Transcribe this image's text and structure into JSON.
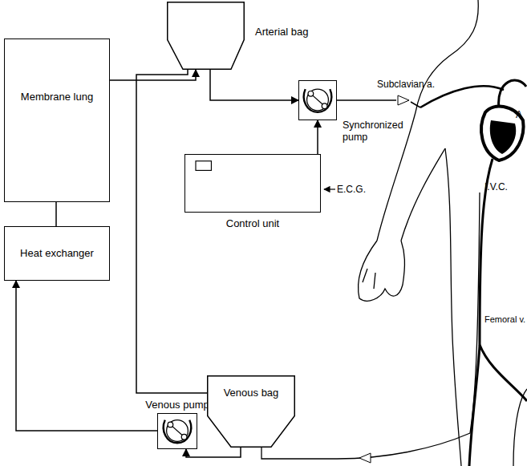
{
  "diagram": {
    "nodes": [
      {
        "text": [
          "Arterial bag"
        ]
      },
      {
        "text": [
          "Membrane lung"
        ]
      },
      {
        "text": [
          "Synchronized pump"
        ]
      },
      {
        "text": [
          "Control unit"
        ]
      },
      {
        "text": [
          "Heat exchanger"
        ]
      },
      {
        "text": [
          "Venous pump"
        ]
      },
      {
        "text": [
          "Venous bag"
        ]
      }
    ],
    "edges": [
      {
        "from": 1,
        "to": 0,
        "arrow": "to"
      },
      {
        "from": 0,
        "to": 2,
        "arrow": "to"
      },
      {
        "from": 3,
        "to": 2,
        "arrow": "to"
      },
      {
        "from": 4,
        "to": 1,
        "arrow": "none"
      },
      {
        "from": 5,
        "to": 4,
        "arrow": "to"
      },
      {
        "from": 6,
        "to": 5,
        "arrow": "to"
      },
      {
        "from": 0,
        "to": 6,
        "arrow": "none"
      }
    ],
    "labels": [
      "Subclavian a.",
      "A",
      "I.V.C.",
      "Femoral v.",
      "E.C.G."
    ]
  }
}
